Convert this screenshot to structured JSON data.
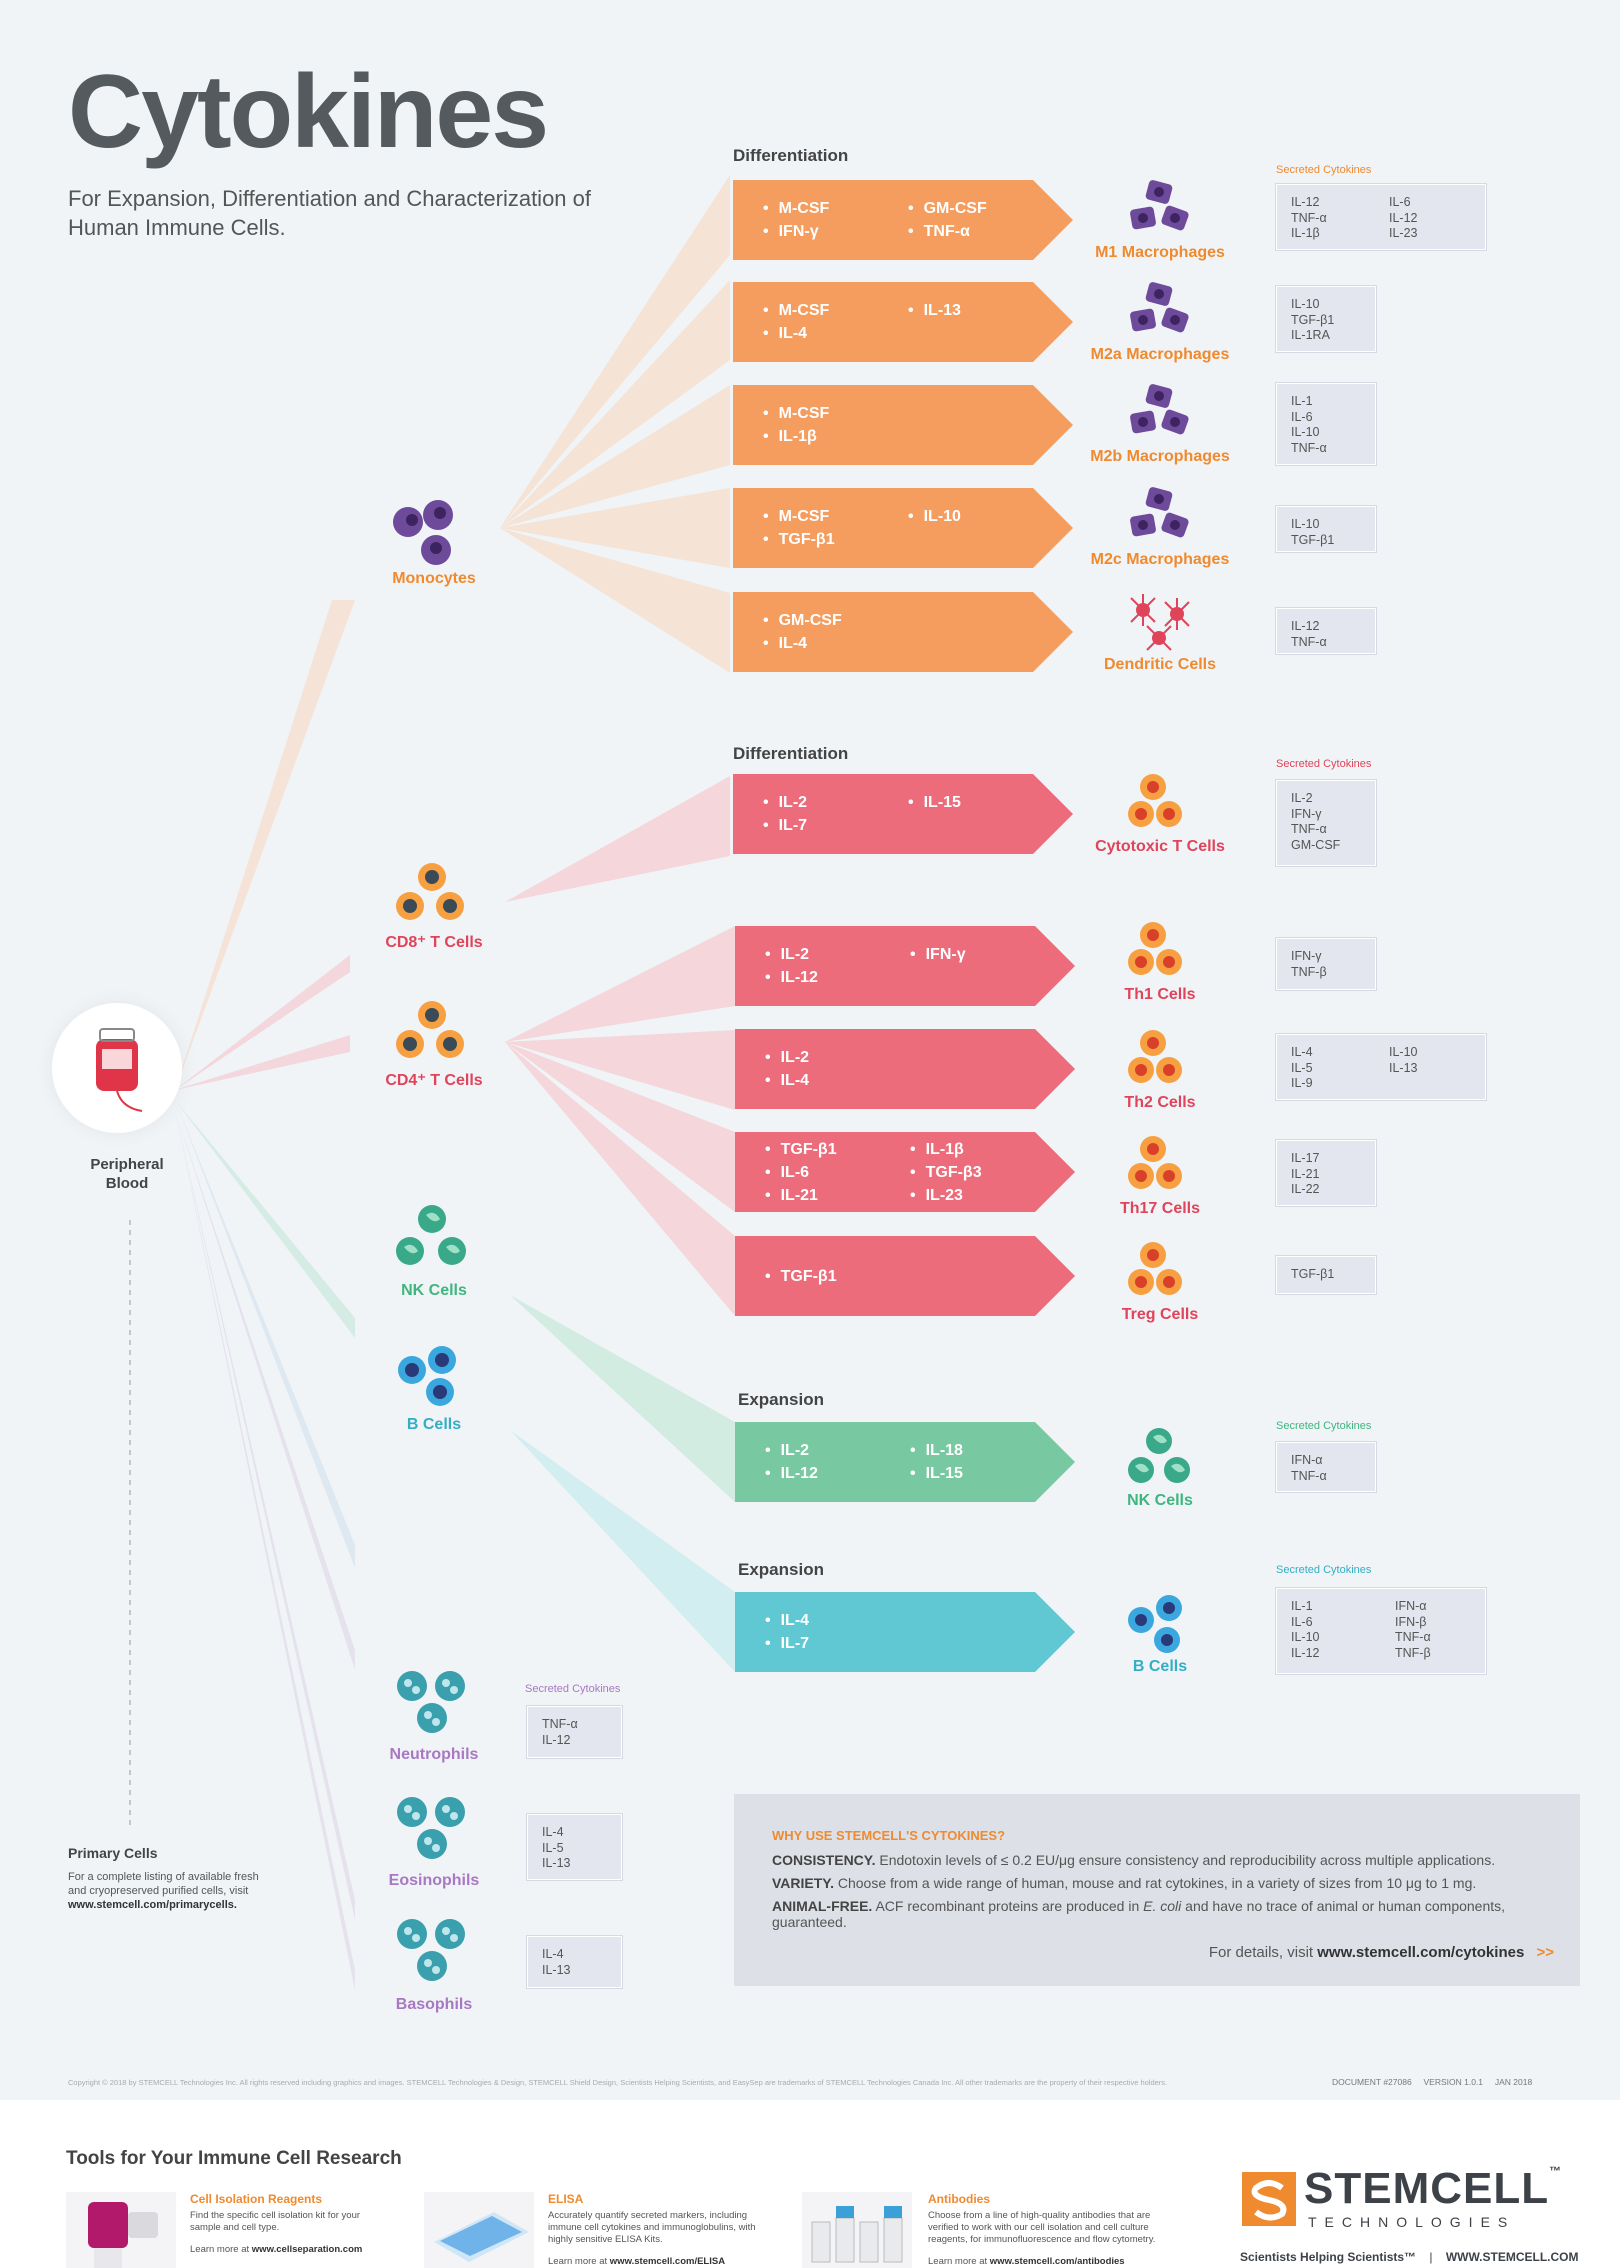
{
  "header": {
    "title": "Cytokines",
    "subtitle": "For Expansion, Differentiation and Characterization of Human Immune Cells."
  },
  "colors": {
    "orange": "#f59d5e",
    "pink": "#ec6c7b",
    "green": "#78c9a1",
    "teal": "#5fc8d3",
    "purple": "#9f79b8",
    "label_orange": "#ef8a2f",
    "label_pink": "#e0445a",
    "label_green": "#3fb57f",
    "label_teal": "#33aec5",
    "label_purple": "#a879c2"
  },
  "source": {
    "name": "Peripheral Blood",
    "primary_title": "Primary Cells",
    "primary_text": "For a complete listing of available fresh and cryopreserved purified cells, visit",
    "primary_url": "www.stemcell.com/primarycells."
  },
  "sources": [
    {
      "name": "Monocytes",
      "icon": "monocyte-icon"
    },
    {
      "name": "CD8⁺ T Cells",
      "icon": "t-cell-icon"
    },
    {
      "name": "CD4⁺ T Cells",
      "icon": "t-cell-icon"
    },
    {
      "name": "NK Cells",
      "icon": "nk-cell-icon"
    },
    {
      "name": "B Cells",
      "icon": "b-cell-icon"
    },
    {
      "name": "Neutrophils",
      "icon": "granulocyte-icon"
    },
    {
      "name": "Eosinophils",
      "icon": "granulocyte-icon"
    },
    {
      "name": "Basophils",
      "icon": "granulocyte-icon"
    }
  ],
  "sections": {
    "diff1": "Differentiation",
    "diff2": "Differentiation",
    "exp1": "Expansion",
    "exp2": "Expansion",
    "secreted": "Secreted Cytokines"
  },
  "rows": [
    {
      "col1": [
        "M-CSF",
        "IFN-γ"
      ],
      "col2": [
        "GM-CSF",
        "TNF-α"
      ],
      "cell": "M1 Macrophages",
      "sec1": [
        "IL-12",
        "TNF-α",
        "IL-1β"
      ],
      "sec2": [
        "IL-6",
        "IL-12",
        "IL-23"
      ]
    },
    {
      "col1": [
        "M-CSF",
        "IL-4"
      ],
      "col2": [
        "IL-13"
      ],
      "cell": "M2a Macrophages",
      "sec1": [
        "IL-10",
        "TGF-β1",
        "IL-1RA"
      ],
      "sec2": []
    },
    {
      "col1": [
        "M-CSF",
        "IL-1β"
      ],
      "col2": [],
      "cell": "M2b Macrophages",
      "sec1": [
        "IL-1",
        "IL-6",
        "IL-10",
        "TNF-α"
      ],
      "sec2": []
    },
    {
      "col1": [
        "M-CSF",
        "TGF-β1"
      ],
      "col2": [
        "IL-10"
      ],
      "cell": "M2c Macrophages",
      "sec1": [
        "IL-10",
        "TGF-β1"
      ],
      "sec2": []
    },
    {
      "col1": [
        "GM-CSF",
        "IL-4"
      ],
      "col2": [],
      "cell": "Dendritic Cells",
      "sec1": [
        "IL-12",
        "TNF-α"
      ],
      "sec2": []
    },
    {
      "col1": [
        "IL-2",
        "IL-7"
      ],
      "col2": [
        "IL-15"
      ],
      "cell": "Cytotoxic T Cells",
      "sec1": [
        "IL-2",
        "IFN-γ",
        "TNF-α",
        "GM-CSF"
      ],
      "sec2": []
    },
    {
      "col1": [
        "IL-2",
        "IL-12"
      ],
      "col2": [
        "IFN-γ"
      ],
      "cell": "Th1 Cells",
      "sec1": [
        "IFN-γ",
        "TNF-β"
      ],
      "sec2": []
    },
    {
      "col1": [
        "IL-2",
        "IL-4"
      ],
      "col2": [],
      "cell": "Th2 Cells",
      "sec1": [
        "IL-4",
        "IL-5",
        "IL-9"
      ],
      "sec2": [
        "IL-10",
        "IL-13"
      ]
    },
    {
      "col1": [
        "TGF-β1",
        "IL-6",
        "IL-21"
      ],
      "col2": [
        "IL-1β",
        "TGF-β3",
        "IL-23"
      ],
      "cell": "Th17 Cells",
      "sec1": [
        "IL-17",
        "IL-21",
        "IL-22"
      ],
      "sec2": []
    },
    {
      "col1": [
        "TGF-β1"
      ],
      "col2": [],
      "cell": "Treg Cells",
      "sec1": [
        "TGF-β1"
      ],
      "sec2": []
    },
    {
      "col1": [
        "IL-2",
        "IL-12"
      ],
      "col2": [
        "IL-18",
        "IL-15"
      ],
      "cell": "NK Cells",
      "sec1": [
        "IFN-α",
        "TNF-α"
      ],
      "sec2": []
    },
    {
      "col1": [
        "IL-4",
        "IL-7"
      ],
      "col2": [],
      "cell": "B Cells",
      "sec1": [
        "IL-1",
        "IL-6",
        "IL-10",
        "IL-12"
      ],
      "sec2": [
        "IFN-α",
        "IFN-β",
        "TNF-α",
        "TNF-β"
      ]
    }
  ],
  "granulocyte_secreted": [
    [
      "TNF-α",
      "IL-12"
    ],
    [
      "IL-4",
      "IL-5",
      "IL-13"
    ],
    [
      "IL-4",
      "IL-13"
    ]
  ],
  "why": {
    "title": "WHY USE STEMCELL'S CYTOKINES?",
    "l1_label": "CONSISTENCY.",
    "l1_text": "Endotoxin levels of ≤ 0.2 EU/μg ensure consistency and reproducibility across multiple applications.",
    "l2_label": "VARIETY.",
    "l2_text": "Choose from a wide range of human, mouse and rat cytokines, in a variety of sizes from 10 μg to 1 mg.",
    "l3_label": "ANIMAL-FREE.",
    "l3_text_a": "ACF recombinant proteins are produced in",
    "l3_em": "E. coli",
    "l3_text_b": "and have no trace of animal or human components, guaranteed.",
    "details_text": "For details, visit",
    "details_url": "www.stemcell.com/cytokines",
    "details_arrow": ">>"
  },
  "copyright": "Copyright © 2018 by STEMCELL Technologies Inc. All rights reserved including graphics and images. STEMCELL Technologies & Design, STEMCELL Shield Design, Scientists Helping Scientists, and EasySep are trademarks of STEMCELL Technologies Canada Inc. All other trademarks are the property of their respective holders.",
  "doc": {
    "number": "DOCUMENT #27086",
    "version": "VERSION  1.0.1",
    "date": "JAN 2018"
  },
  "footer": {
    "heading": "Tools for Your Immune Cell Research",
    "tools": [
      {
        "title": "Cell Isolation Reagents",
        "text": "Find the specific cell isolation kit for your sample and cell type.",
        "learn": "Learn more at",
        "url": "www.cellseparation.com"
      },
      {
        "title": "ELISA",
        "text": "Accurately quantify secreted markers, including immune cell cytokines and immunoglobulins, with highly sensitive ELISA Kits.",
        "learn": "Learn more at",
        "url": "www.stemcell.com/ELISA"
      },
      {
        "title": "Antibodies",
        "text": "Choose from a line of high-quality antibodies that are verified to work with our cell isolation and cell culture reagents, for immunofluorescence and flow cytometry.",
        "learn": "Learn more at",
        "url": "www.stemcell.com/antibodies"
      }
    ],
    "brand": "STEMCELL",
    "tm": "™",
    "brand_sub": "TECHNOLOGIES",
    "tagline": "Scientists Helping Scientists™",
    "sep": "|",
    "site": "WWW.STEMCELL.COM"
  }
}
